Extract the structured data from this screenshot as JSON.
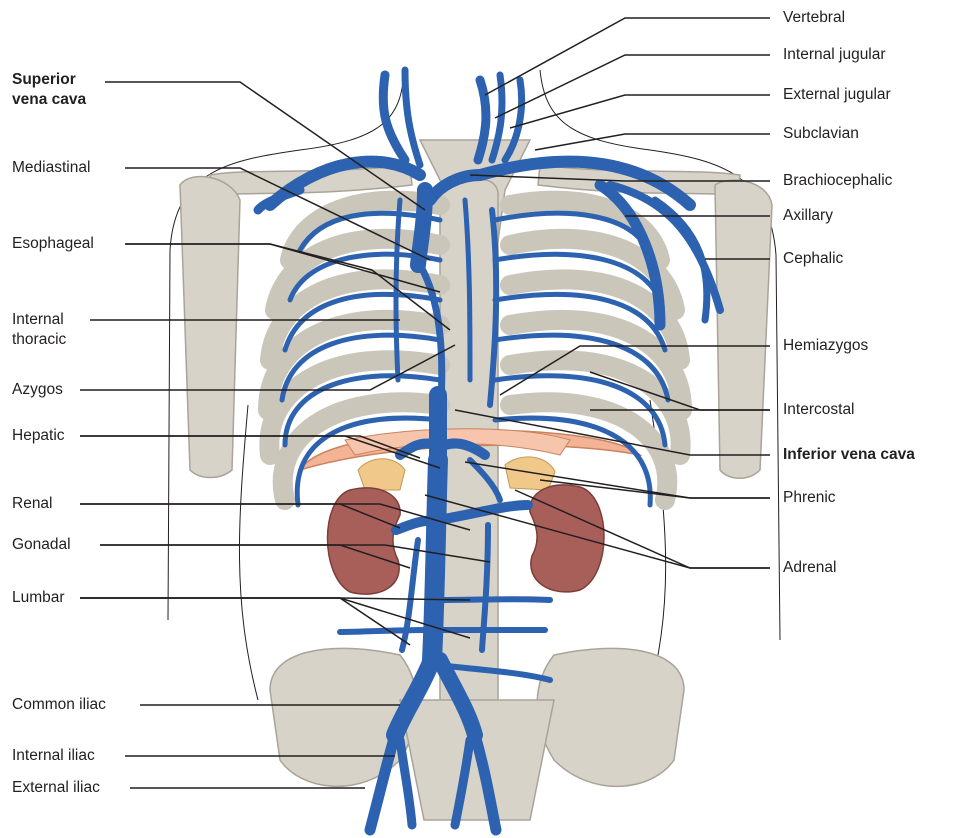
{
  "labels_left": {
    "superior_vena_cava": [
      "Superior",
      "vena cava"
    ],
    "mediastinal": "Mediastinal",
    "esophageal": "Esophageal",
    "internal_thoracic": [
      "Internal",
      "thoracic"
    ],
    "azygos": "Azygos",
    "hepatic": "Hepatic",
    "renal": "Renal",
    "gonadal": "Gonadal",
    "lumbar": "Lumbar",
    "common_iliac": "Common iliac",
    "internal_iliac": "Internal iliac",
    "external_iliac": "External iliac"
  },
  "labels_right": {
    "vertebral": "Vertebral",
    "internal_jugular": "Internal jugular",
    "external_jugular": "External jugular",
    "subclavian": "Subclavian",
    "brachiocephalic": "Brachiocephalic",
    "axillary": "Axillary",
    "cephalic": "Cephalic",
    "hemiazygos": "Hemiazygos",
    "intercostal": "Intercostal",
    "inferior_vena_cava": "Inferior vena cava",
    "phrenic": "Phrenic",
    "adrenal": "Adrenal"
  },
  "colors": {
    "vein": "#2c62b0",
    "vein_dark": "#1d4a8c",
    "bone": "#d7d3c8",
    "bone_edge": "#a9a497",
    "kidney": "#a85f5a",
    "adrenal": "#f0c98a",
    "diaphragm": "#f3b394",
    "leader_line": "#231f20"
  }
}
